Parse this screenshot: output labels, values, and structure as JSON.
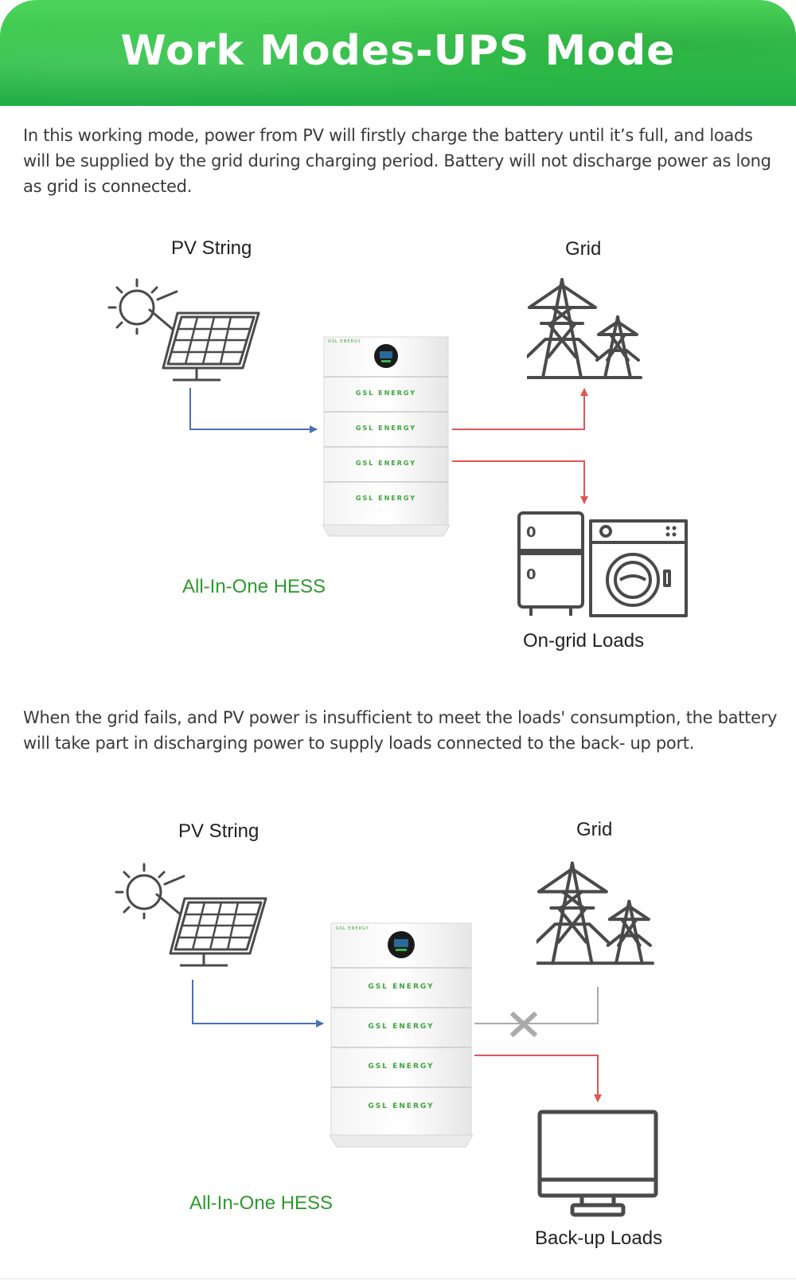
{
  "banner": {
    "title": "Work Modes-UPS Mode"
  },
  "section1": {
    "description": "In this working mode, power from PV will firstly charge the battery until it’s full, and loads will be supplied by the grid during charging period. Battery will not discharge power as long as grid is connected.",
    "pv_label": "PV String",
    "grid_label": "Grid",
    "hess_label": "All-In-One HESS",
    "loads_label": "On-grid Loads",
    "module_text": "GSL ENERGY",
    "header_text": "GSL ENERGY"
  },
  "section2": {
    "description": "When the grid fails, and PV power is insufficient to meet the loads' consumption, the battery will take part in discharging power to supply loads connected to the back- up port.",
    "pv_label": "PV String",
    "grid_label": "Grid",
    "hess_label": "All-In-One HESS",
    "loads_label": "Back-up Loads",
    "module_text": "GSL ENERGY",
    "header_text": "GSL ENERGY"
  },
  "colors": {
    "banner_green": "#33c24a",
    "label_green": "#2e9a2e",
    "pv_arrow_blue": "#4a6fb5",
    "power_arrow_red": "#e05555",
    "disconnected_gray": "#aaaaaa",
    "icon_gray": "#4a4a4a"
  },
  "icons": [
    "sun-icon",
    "solar-panel-icon",
    "transmission-tower-icon",
    "refrigerator-icon",
    "washing-machine-icon",
    "monitor-icon",
    "battery-stack-icon",
    "disconnect-x-icon"
  ]
}
